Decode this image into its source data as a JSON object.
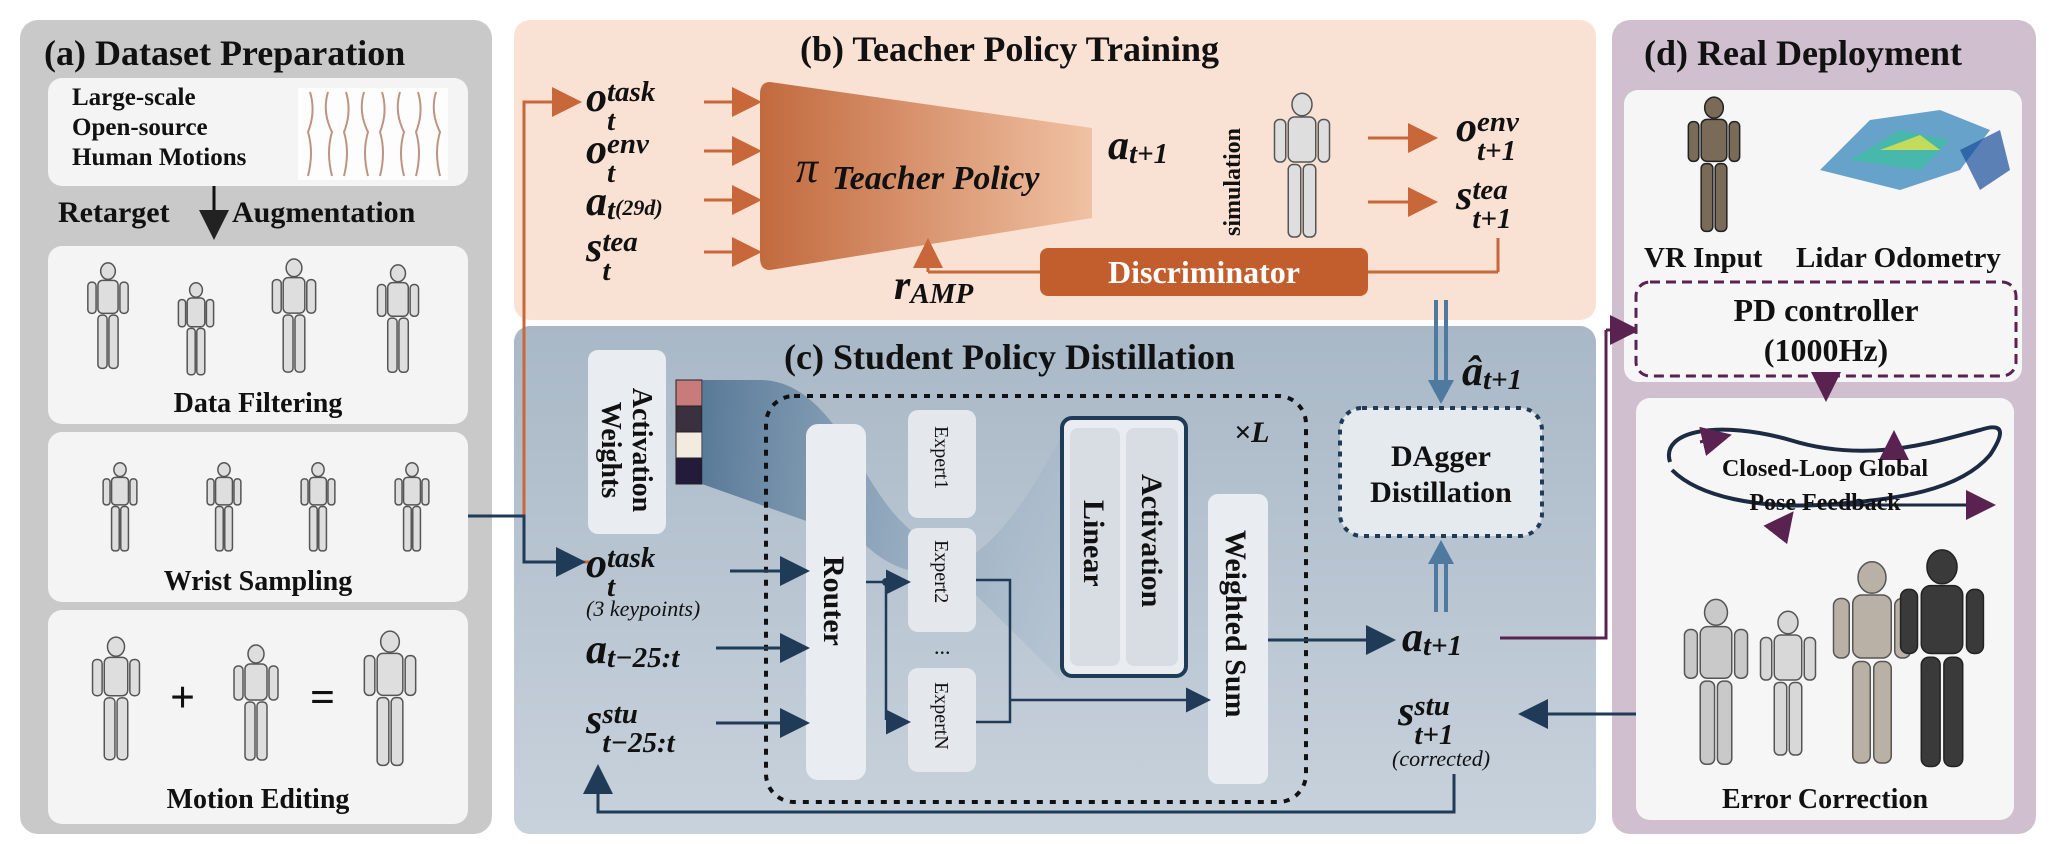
{
  "panel_a": {
    "title": "(a) Dataset Preparation",
    "source_lines": [
      "Large-scale",
      "Open-source",
      "Human Motions"
    ],
    "retarget": "Retarget",
    "augmentation": "Augmentation",
    "data_filtering": "Data Filtering",
    "wrist_sampling": "Wrist Sampling",
    "motion_editing": "Motion Editing",
    "plus": "+",
    "equals": "="
  },
  "panel_b": {
    "title": "(b) Teacher Policy Training",
    "pi": "π",
    "policy_label": "Teacher Policy",
    "simulation": "simulation",
    "discriminator": "Discriminator",
    "inputs": {
      "o_task": {
        "base": "o",
        "sup": "task",
        "sub": "t"
      },
      "o_env": {
        "base": "o",
        "sup": "env",
        "sub": "t"
      },
      "a_t": {
        "base": "a",
        "sub": "t",
        "extra": "(29d)"
      },
      "s_tea": {
        "base": "s",
        "sup": "tea",
        "sub": "t"
      }
    },
    "action_out": {
      "base": "a",
      "sub": "t+1"
    },
    "r_amp": {
      "base": "r",
      "sub": "AMP"
    },
    "outputs": {
      "o_env_next": {
        "base": "o",
        "sup": "env",
        "sub": "t+1"
      },
      "s_tea_next": {
        "base": "s",
        "sup": "tea",
        "sub": "t+1"
      }
    }
  },
  "panel_c": {
    "title": "(c) Student Policy Distillation",
    "activation_weights": "Activation Weights",
    "router": "Router",
    "experts": [
      "Expert1",
      "Expert2",
      "ExpertN"
    ],
    "ellipsis": "...",
    "linear": "Linear",
    "activation": "Activation",
    "times_l": "×L",
    "weighted_sum": "Weighted Sum",
    "dagger": [
      "DAgger",
      "Distillation"
    ],
    "inputs": {
      "o_task": {
        "base": "o",
        "sup": "task",
        "sub": "t",
        "note": "(3 keypoints)"
      },
      "a_hist": {
        "base": "a",
        "sub": "t−25:t"
      },
      "s_stu": {
        "base": "s",
        "sup": "stu",
        "sub": "t−25:t"
      }
    },
    "a_hat": {
      "base": "â",
      "sub": "t+1"
    },
    "a_next": {
      "base": "a",
      "sub": "t+1"
    },
    "s_stu_next": {
      "base": "s",
      "sup": "stu",
      "sub": "t+1",
      "note": "(corrected)"
    }
  },
  "panel_d": {
    "title": "(d) Real Deployment",
    "vr_input": "VR Input",
    "lidar": "Lidar Odometry",
    "pd_controller": [
      "PD controller",
      "(1000Hz)"
    ],
    "closed_loop": [
      "Closed-Loop Global",
      "Pose Feedback"
    ],
    "error_correction": "Error Correction"
  },
  "colors": {
    "panel_gray": "#c9c9c9",
    "panel_peach": "#f9e1d3",
    "panel_blue": "#b7c4d1",
    "panel_purple": "#cfbfcf",
    "orange": "#c8673a",
    "navy": "#1f3b57",
    "purple": "#5a2250"
  }
}
